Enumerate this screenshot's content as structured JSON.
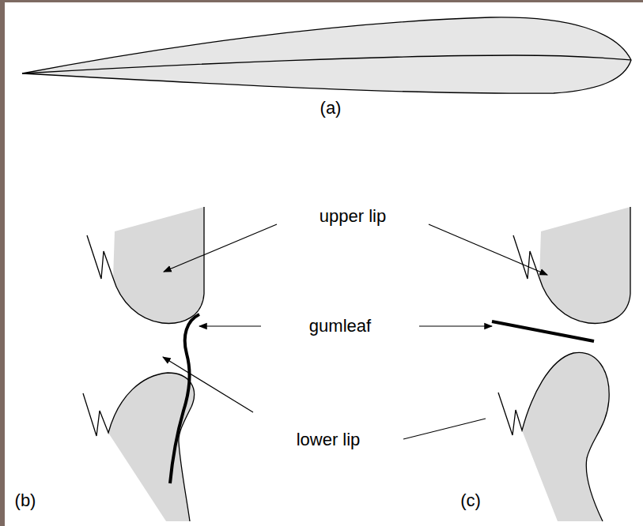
{
  "diagram": {
    "labels": [
      "(a)",
      "upper lip",
      "gumleaf",
      "lower lip",
      "(b)",
      "(c)"
    ]
  }
}
